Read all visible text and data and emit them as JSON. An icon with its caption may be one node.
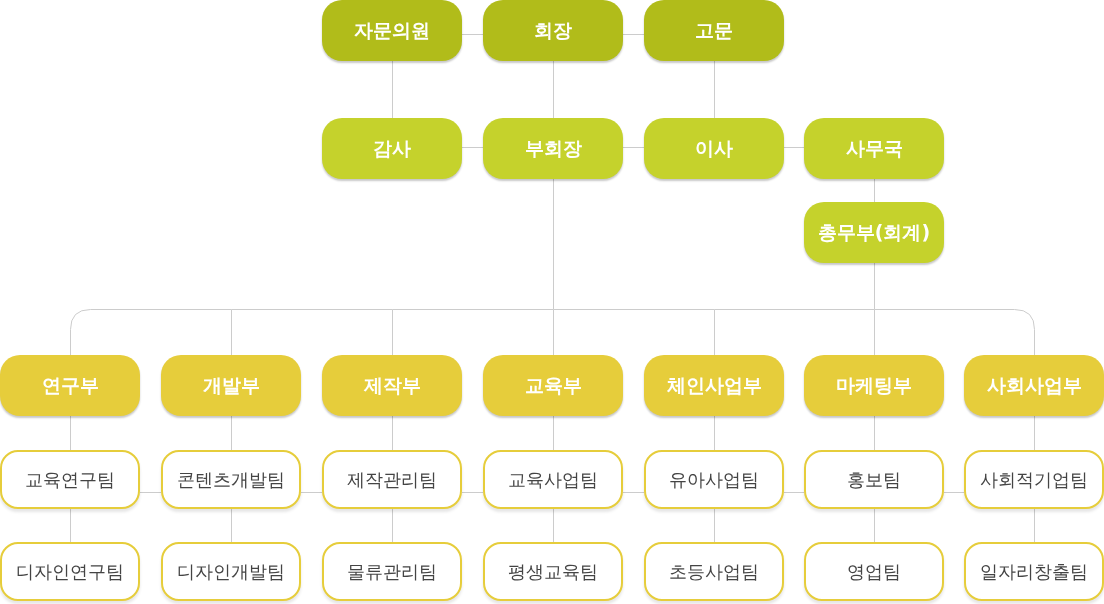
{
  "diagram": {
    "nodes": [
      {
        "text": [
          "자문의원"
        ]
      },
      {
        "text": [
          "회장"
        ]
      },
      {
        "text": [
          "고문"
        ]
      },
      {
        "text": [
          "감사"
        ]
      },
      {
        "text": [
          "부회장"
        ]
      },
      {
        "text": [
          "이사"
        ]
      },
      {
        "text": [
          "사무국"
        ]
      },
      {
        "text": [
          "총무부(회계)"
        ]
      },
      {
        "text": [
          "연구부"
        ]
      },
      {
        "text": [
          "개발부"
        ]
      },
      {
        "text": [
          "제작부"
        ]
      },
      {
        "text": [
          "교육부"
        ]
      },
      {
        "text": [
          "체인사업부"
        ]
      },
      {
        "text": [
          "마케팅부"
        ]
      },
      {
        "text": [
          "사회사업부"
        ]
      },
      {
        "text": [
          "교육연구팀"
        ]
      },
      {
        "text": [
          "콘텐츠개발팀"
        ]
      },
      {
        "text": [
          "제작관리팀"
        ]
      },
      {
        "text": [
          "교육사업팀"
        ]
      },
      {
        "text": [
          "유아사업팀"
        ]
      },
      {
        "text": [
          "홍보팀"
        ]
      },
      {
        "text": [
          "사회적기업팀"
        ]
      },
      {
        "text": [
          "디자인연구팀"
        ]
      },
      {
        "text": [
          "디자인개발팀"
        ]
      },
      {
        "text": [
          "물류관리팀"
        ]
      },
      {
        "text": [
          "평생교육팀"
        ]
      },
      {
        "text": [
          "초등사업팀"
        ]
      },
      {
        "text": [
          "영업팀"
        ]
      },
      {
        "text": [
          "일자리창출팀"
        ]
      }
    ],
    "edges": [
      {
        "from": 0,
        "to": 1,
        "arrow": "none"
      },
      {
        "from": 1,
        "to": 2,
        "arrow": "none"
      },
      {
        "from": 0,
        "to": 3,
        "arrow": "none"
      },
      {
        "from": 1,
        "to": 4,
        "arrow": "none"
      },
      {
        "from": 2,
        "to": 5,
        "arrow": "none"
      },
      {
        "from": 3,
        "to": 4,
        "arrow": "none"
      },
      {
        "from": 4,
        "to": 5,
        "arrow": "none"
      },
      {
        "from": 5,
        "to": 6,
        "arrow": "none"
      },
      {
        "from": 6,
        "to": 7,
        "arrow": "none"
      },
      {
        "from": 4,
        "to": 8,
        "arrow": "none"
      },
      {
        "from": 4,
        "to": 9,
        "arrow": "none"
      },
      {
        "from": 4,
        "to": 10,
        "arrow": "none"
      },
      {
        "from": 4,
        "to": 11,
        "arrow": "none"
      },
      {
        "from": 4,
        "to": 12,
        "arrow": "none"
      },
      {
        "from": 4,
        "to": 13,
        "arrow": "none"
      },
      {
        "from": 4,
        "to": 14,
        "arrow": "none"
      },
      {
        "from": 7,
        "to": 8,
        "arrow": "none"
      },
      {
        "from": 7,
        "to": 9,
        "arrow": "none"
      },
      {
        "from": 7,
        "to": 10,
        "arrow": "none"
      },
      {
        "from": 7,
        "to": 11,
        "arrow": "none"
      },
      {
        "from": 7,
        "to": 12,
        "arrow": "none"
      },
      {
        "from": 7,
        "to": 13,
        "arrow": "none"
      },
      {
        "from": 7,
        "to": 14,
        "arrow": "none"
      },
      {
        "from": 8,
        "to": 15,
        "arrow": "none"
      },
      {
        "from": 9,
        "to": 16,
        "arrow": "none"
      },
      {
        "from": 10,
        "to": 17,
        "arrow": "none"
      },
      {
        "from": 11,
        "to": 18,
        "arrow": "none"
      },
      {
        "from": 12,
        "to": 19,
        "arrow": "none"
      },
      {
        "from": 13,
        "to": 20,
        "arrow": "none"
      },
      {
        "from": 14,
        "to": 21,
        "arrow": "none"
      },
      {
        "from": 15,
        "to": 22,
        "arrow": "none"
      },
      {
        "from": 16,
        "to": 23,
        "arrow": "none"
      },
      {
        "from": 17,
        "to": 24,
        "arrow": "none"
      },
      {
        "from": 18,
        "to": 25,
        "arrow": "none"
      },
      {
        "from": 19,
        "to": 26,
        "arrow": "none"
      },
      {
        "from": 20,
        "to": 27,
        "arrow": "none"
      },
      {
        "from": 21,
        "to": 28,
        "arrow": "none"
      },
      {
        "from": 15,
        "to": 16,
        "arrow": "none"
      },
      {
        "from": 16,
        "to": 17,
        "arrow": "none"
      },
      {
        "from": 17,
        "to": 18,
        "arrow": "none"
      },
      {
        "from": 18,
        "to": 19,
        "arrow": "none"
      },
      {
        "from": 19,
        "to": 20,
        "arrow": "none"
      },
      {
        "from": 20,
        "to": 21,
        "arrow": "none"
      }
    ]
  }
}
